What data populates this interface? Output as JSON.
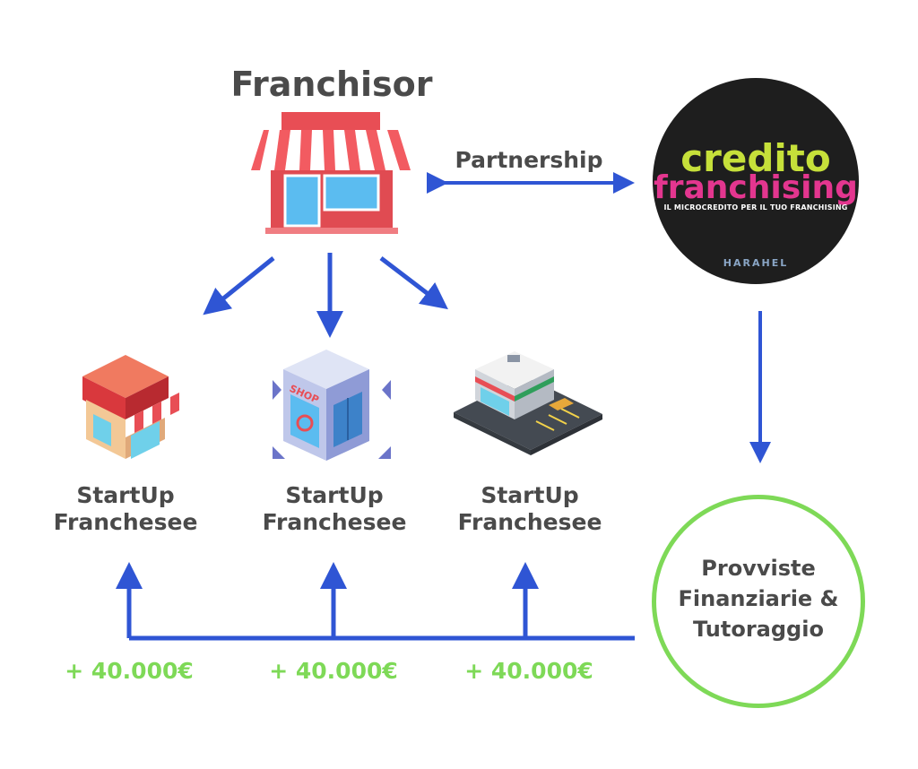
{
  "franchisor": {
    "title": "Franchisor",
    "icon": "storefront-icon"
  },
  "partnership": {
    "label": "Partnership"
  },
  "logo": {
    "word1": "credito",
    "word2": "franchising",
    "tagline": "IL MICROCREDITO PER IL TUO FRANCHISING",
    "brand": "HARAHEL",
    "colors": {
      "bg": "#1e1e1e",
      "word1": "#c6e03a",
      "word2": "#e3368f"
    }
  },
  "franchisees": [
    {
      "line1": "StartUp",
      "line2": "Franchesee",
      "icon": "kiosk-icon",
      "amount": "+ 40.000€"
    },
    {
      "line1": "StartUp",
      "line2": "Franchesee",
      "icon": "shop-cube-icon",
      "amount": "+ 40.000€"
    },
    {
      "line1": "StartUp",
      "line2": "Franchesee",
      "icon": "convenience-store-icon",
      "amount": "+ 40.000€"
    }
  ],
  "funding": {
    "line1": "Provviste",
    "line2": "Finanziarie &",
    "line3": "Tutoraggio"
  },
  "colors": {
    "arrow": "#2f55d4",
    "accent_green": "#7ed957",
    "text": "#4a4a4a"
  }
}
